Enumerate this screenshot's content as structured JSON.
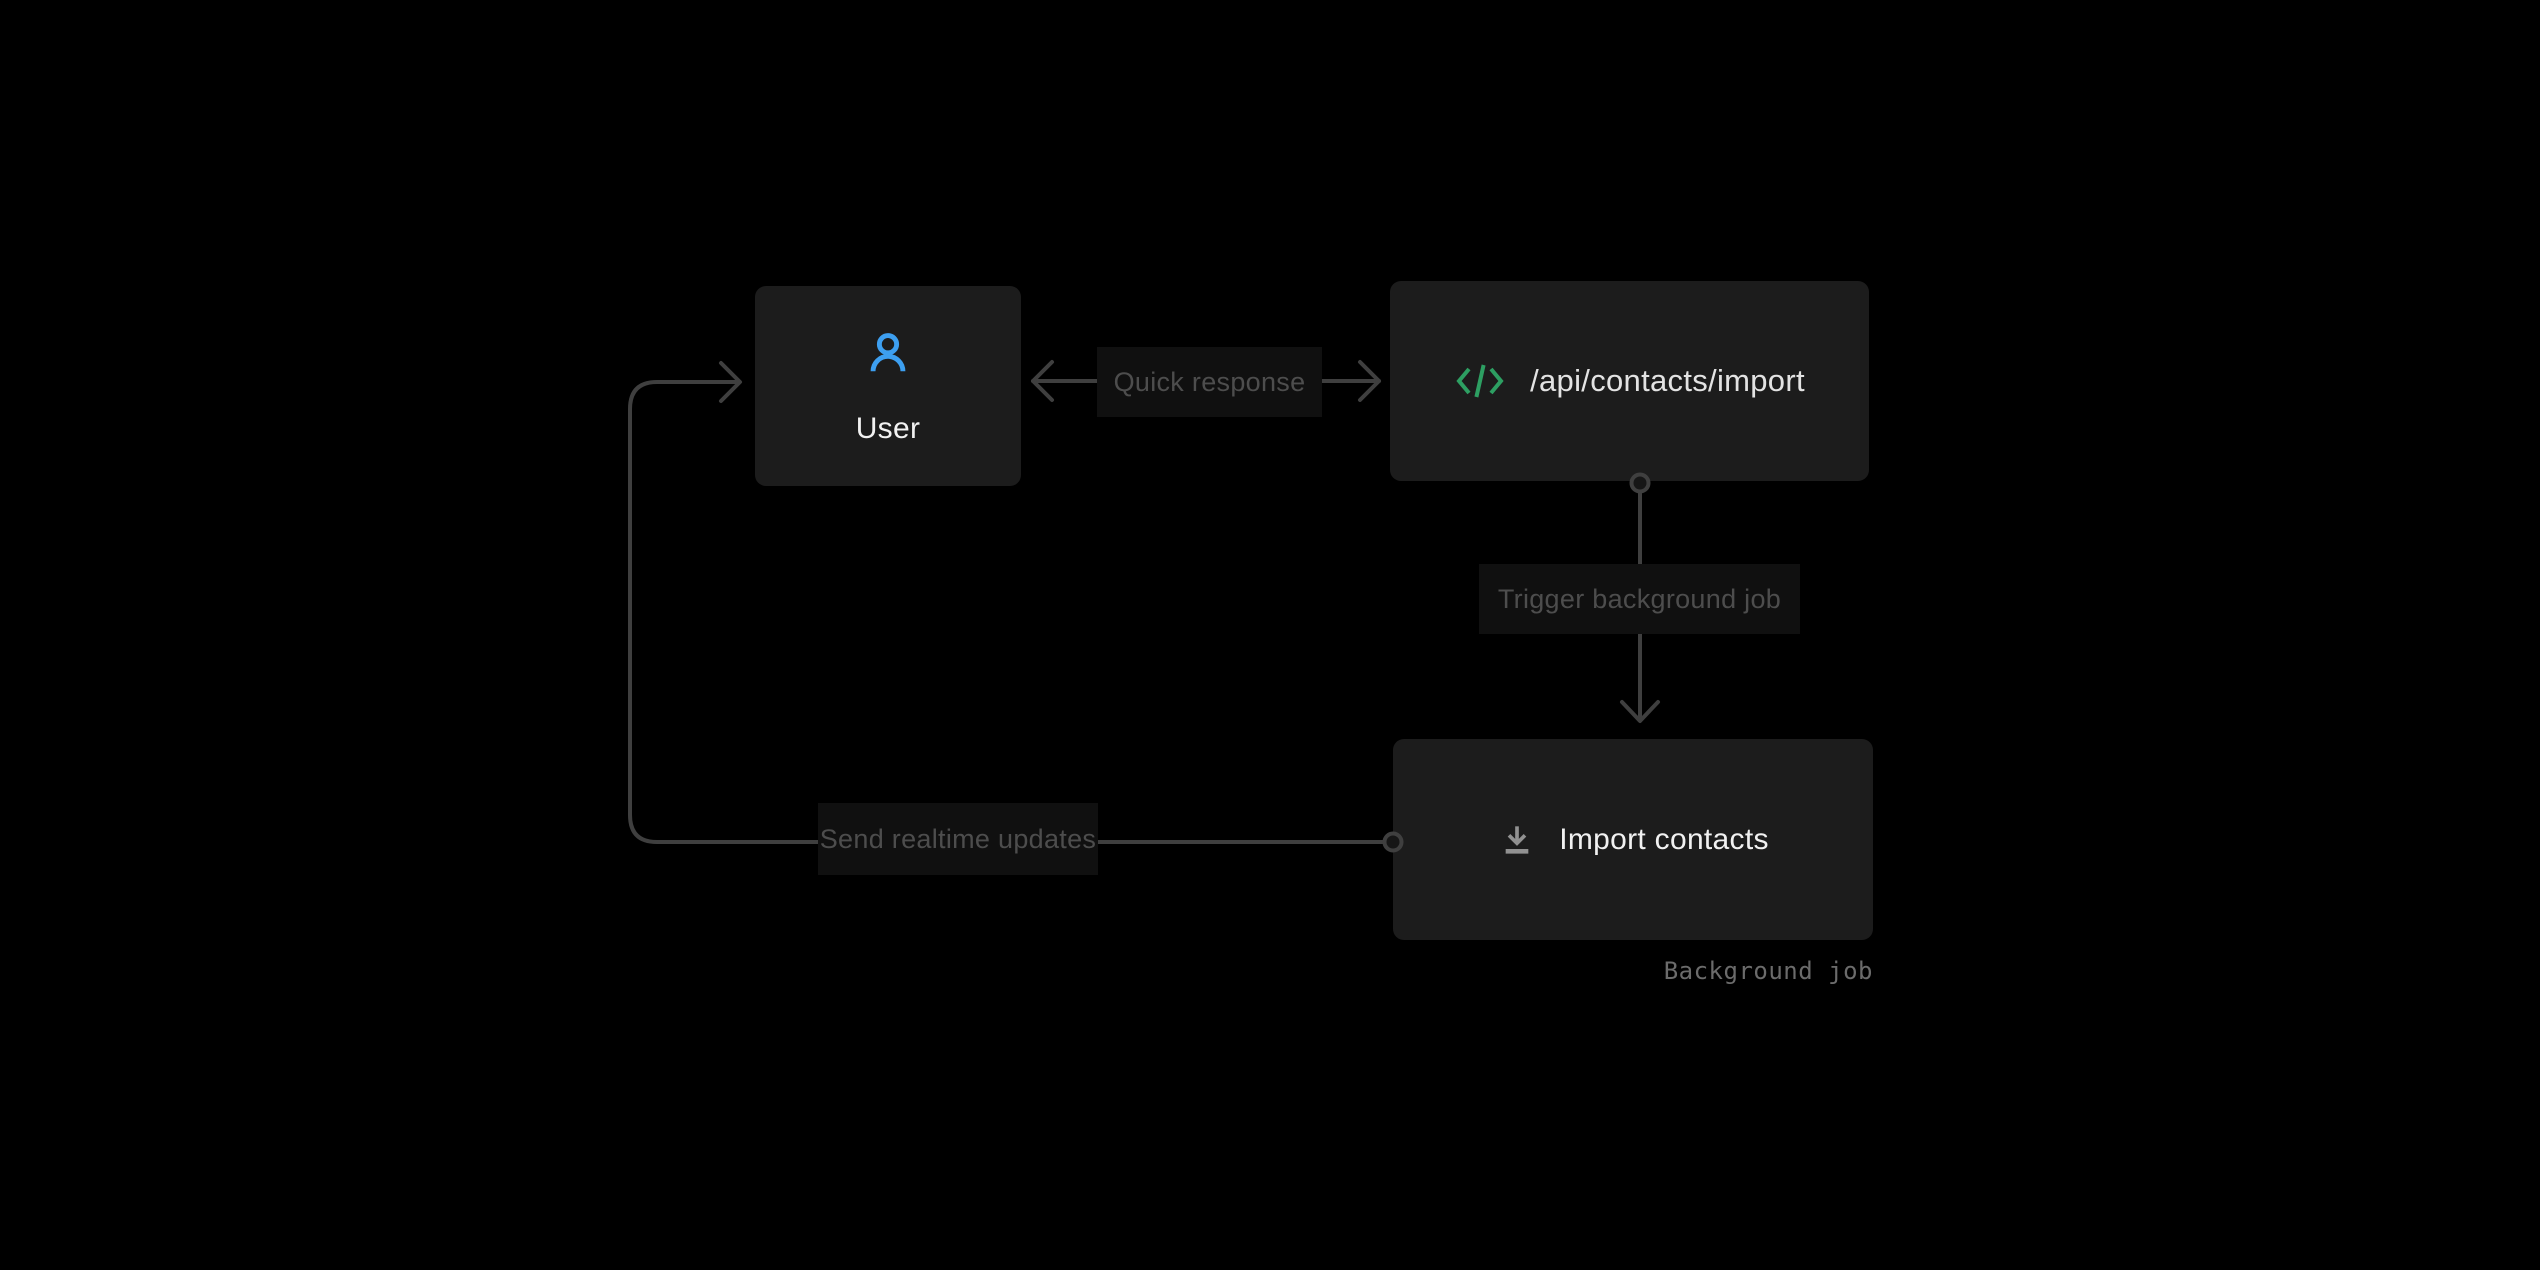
{
  "nodes": {
    "user": {
      "label": "User",
      "icon": "user-icon"
    },
    "api": {
      "label": "/api/contacts/import",
      "icon": "code-icon"
    },
    "import_job": {
      "label": "Import contacts",
      "icon": "download-icon"
    }
  },
  "edges": {
    "quick_response": {
      "label": "Quick response",
      "direction": "bidirectional",
      "from": "api",
      "to": "user"
    },
    "trigger_job": {
      "label": "Trigger background job",
      "direction": "down",
      "from": "api",
      "to": "import_job"
    },
    "realtime_updates": {
      "label": "Send realtime updates",
      "direction": "left-then-up",
      "from": "import_job",
      "to": "user"
    }
  },
  "annotations": {
    "background_job": "Background job"
  },
  "colors": {
    "bg": "#000000",
    "node-bg": "#1c1c1c",
    "chip-bg": "#101010",
    "line": "#3f3f3f",
    "chip-text": "#4d4d4d",
    "node-text": "#f1f1f1",
    "api-text": "#e3e3e3",
    "annotation-text": "#6b6b6b",
    "user-icon": "#3d9ff0",
    "code-icon": "#2d9f62",
    "download-icon": "#919191"
  }
}
